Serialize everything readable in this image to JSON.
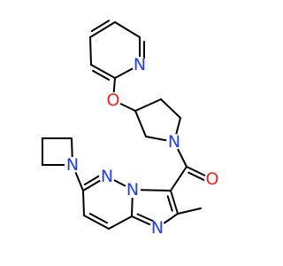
{
  "molecule": {
    "atom_labels": {
      "pyridine_n": "N",
      "ether_o": "O",
      "pyrrolidine_n": "N",
      "carbonyl_o": "O",
      "azetidine_n": "N",
      "pyridazine_n": "N",
      "bridgehead_n": "N",
      "imidazole_n": "N"
    }
  },
  "colors": {
    "nitrogen": "#1e3cff",
    "oxygen": "#ff2020",
    "bond": "#000000"
  }
}
